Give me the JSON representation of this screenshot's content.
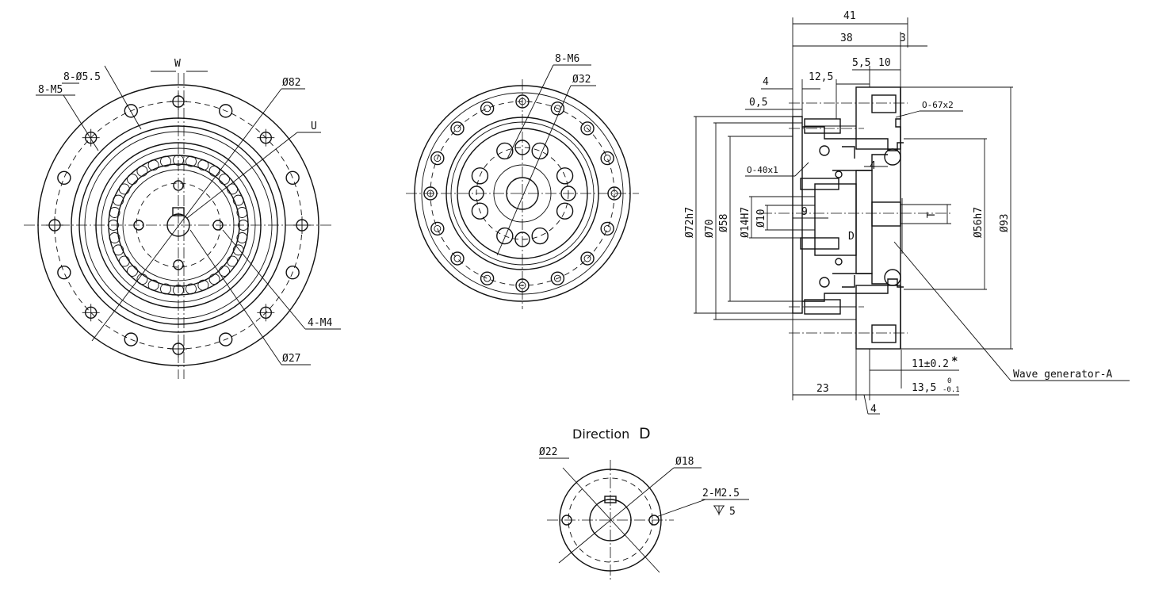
{
  "front_view": {
    "labels": {
      "holes": "8-Ø5.5",
      "threads": "8-M5",
      "w": "W",
      "d82": "Ø82",
      "u": "U",
      "threads_inner": "4-M4",
      "d27": "Ø27"
    }
  },
  "rear_view": {
    "labels": {
      "threads": "8-M6",
      "d32": "Ø32"
    }
  },
  "side_view": {
    "labels": {
      "l41": "41",
      "l38": "38",
      "l3": "3",
      "l4_top": "4",
      "l12_5": "12,5",
      "l5_5": "5,5",
      "l10": "10",
      "l0_5": "0,5",
      "oring_top": "O-67x2",
      "oring_mid": "O-40x1",
      "l4_mid": "4",
      "l9": "9",
      "t": "T",
      "d": "D",
      "d72h7": "Ø72h7",
      "d70": "Ø70",
      "d58": "Ø58",
      "d14h7": "Ø14H7",
      "d10": "Ø10",
      "d56h7": "Ø56h7",
      "d93": "Ø93",
      "l11": "11±0.2",
      "star": "*",
      "l13_5": "13,5",
      "tol_up": "0",
      "tol_low": "-0.1",
      "l23": "23",
      "l4_bottom": "4",
      "wave_generator": "Wave generator-A"
    }
  },
  "detail_view": {
    "title": "Direction",
    "title_letter": "D",
    "labels": {
      "d22": "Ø22",
      "d18": "Ø18",
      "threads": "2-M2.5",
      "depth": "5"
    }
  }
}
